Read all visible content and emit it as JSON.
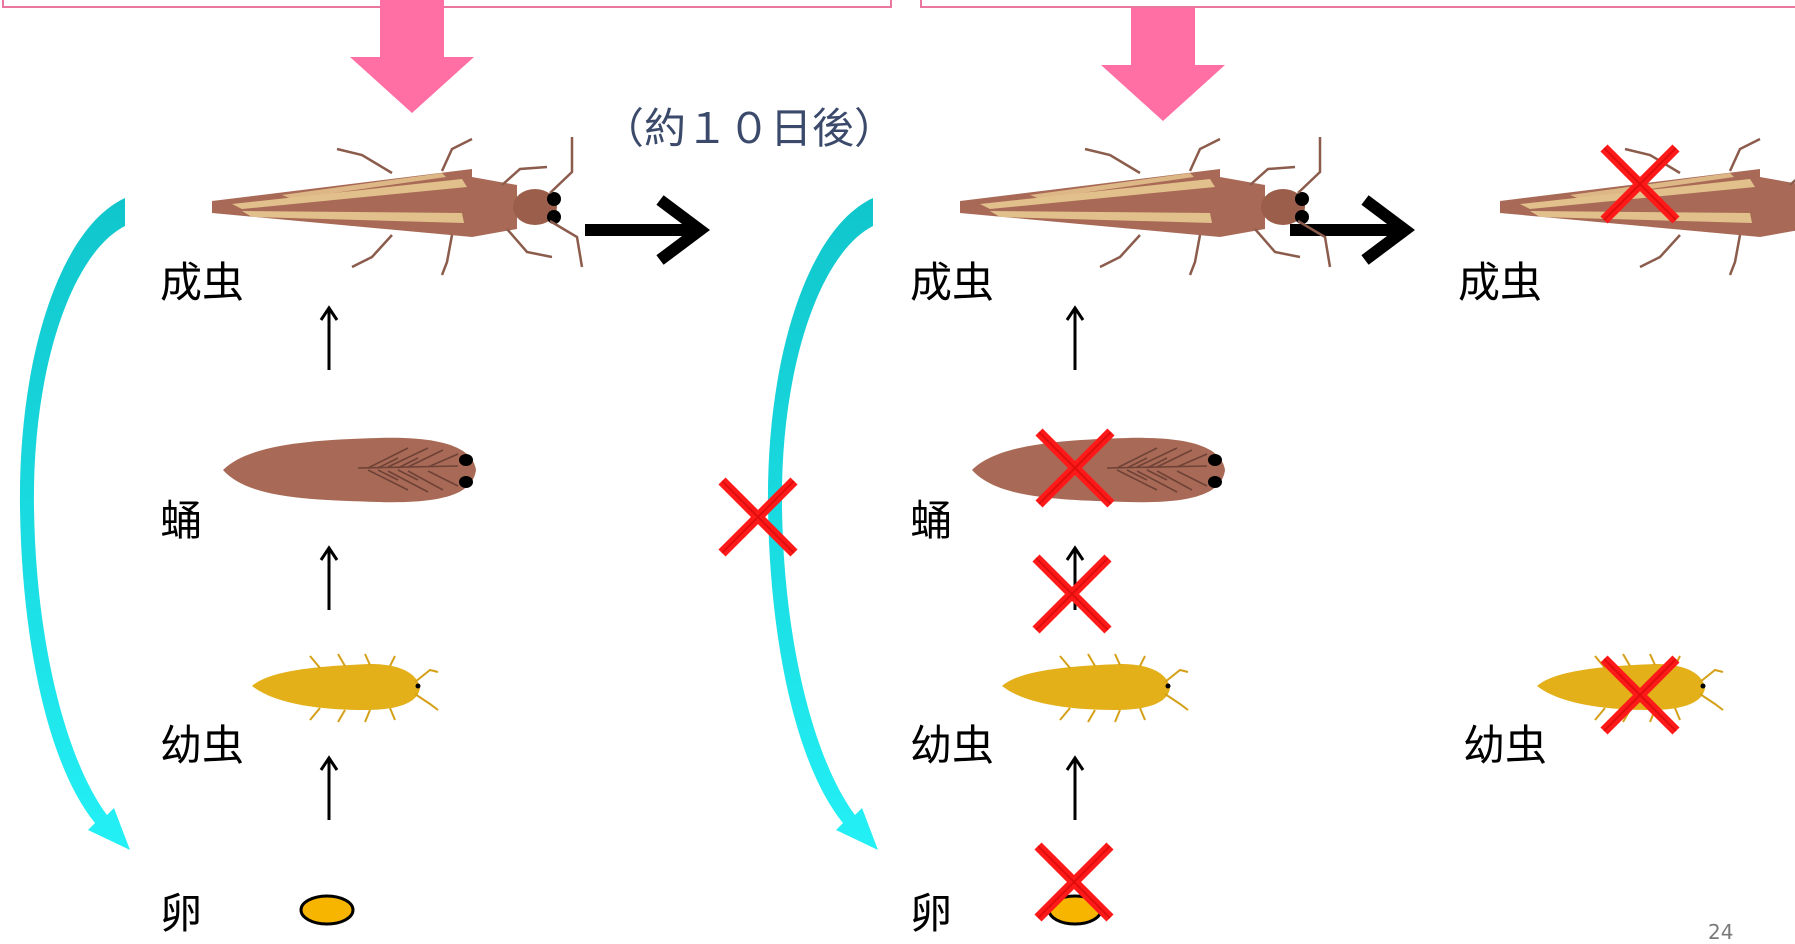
{
  "delay_text": "（約１０日後）",
  "stages": {
    "adult": "成虫",
    "pupa": "蛹",
    "larva": "幼虫",
    "egg": "卵"
  },
  "page_number": "24",
  "colors": {
    "pink_arrow": "#ff6fa3",
    "box_border": "#e9779f",
    "cycle_arrow": "#17d3dc",
    "cross": "#ff1a1a",
    "beetle_body": "#a86a56",
    "beetle_stripe": "#e2c08c",
    "larva": "#e3b01a",
    "egg": "#f7b500",
    "delay_text": "#3b4a6b"
  }
}
